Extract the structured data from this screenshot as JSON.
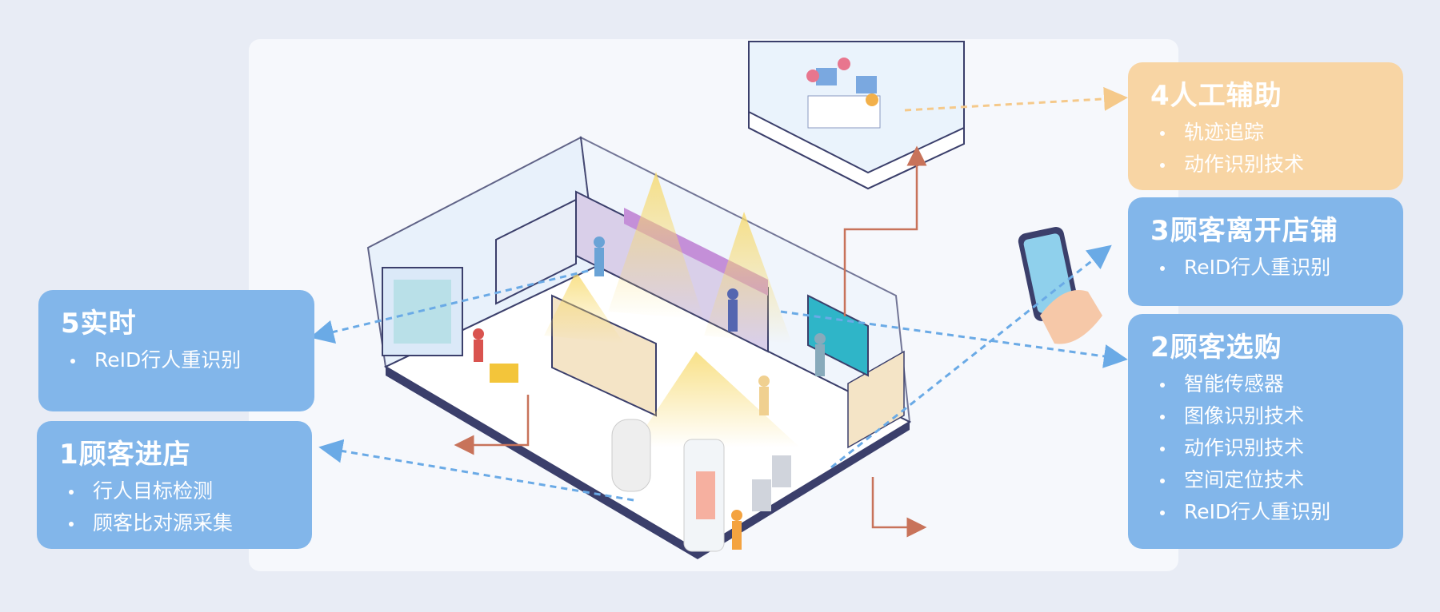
{
  "cards": {
    "step5": {
      "title": "5实时",
      "items": [
        "ReID行人重识别"
      ]
    },
    "step1": {
      "title": "1顾客进店",
      "items": [
        "行人目标检测",
        "顾客比对源采集"
      ]
    },
    "step4": {
      "title": "4人工辅助",
      "items": [
        "轨迹追踪",
        "动作识别技术"
      ]
    },
    "step3": {
      "title": "3顾客离开店铺",
      "items": [
        "ReID行人重识别"
      ]
    },
    "step2": {
      "title": "2顾客选购",
      "items": [
        "智能传感器",
        "图像识别技术",
        "动作识别技术",
        "空间定位技术",
        "ReID行人重识别"
      ]
    }
  },
  "colors": {
    "background": "#e8ecf5",
    "card_blue": "#82b6ea",
    "card_orange": "#f8d5a4",
    "arrow_blue": "#6aaae6",
    "arrow_orange": "#f5c98a",
    "path_red": "#c8735a"
  }
}
